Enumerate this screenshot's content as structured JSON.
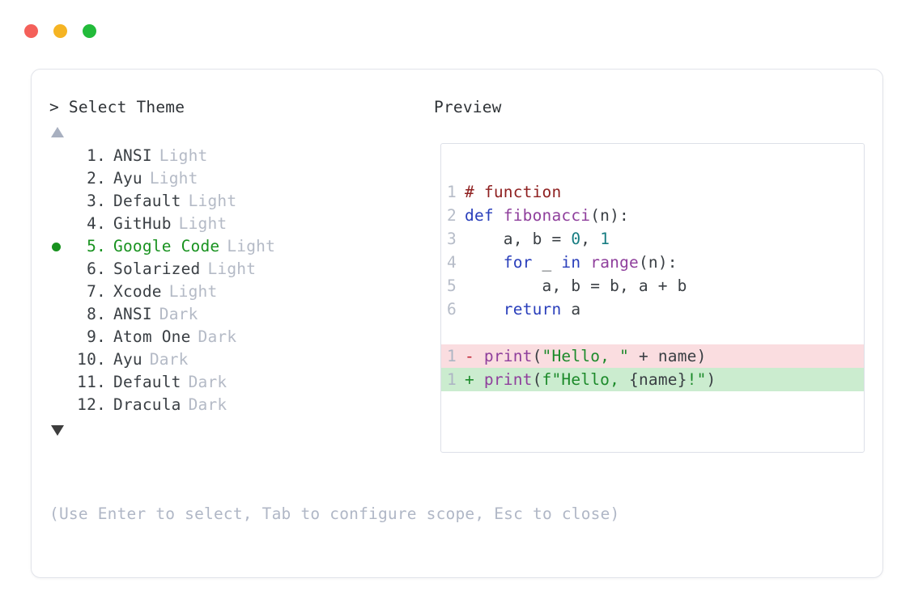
{
  "window": {
    "dots": [
      {
        "name": "close",
        "color": "#f4605a"
      },
      {
        "name": "minimize",
        "color": "#f5b423"
      },
      {
        "name": "maximize",
        "color": "#22bb3a"
      }
    ]
  },
  "left_panel": {
    "prompt_caret": ">",
    "title": "Select Theme",
    "scroll_up_indicator": "▲",
    "scroll_down_indicator": "▼",
    "selected_index": 5,
    "items": [
      {
        "index": "1.",
        "name": "ANSI",
        "variant": "Light",
        "selected": false
      },
      {
        "index": "2.",
        "name": "Ayu",
        "variant": "Light",
        "selected": false
      },
      {
        "index": "3.",
        "name": "Default",
        "variant": "Light",
        "selected": false
      },
      {
        "index": "4.",
        "name": "GitHub",
        "variant": "Light",
        "selected": false
      },
      {
        "index": "5.",
        "name": "Google Code",
        "variant": "Light",
        "selected": true
      },
      {
        "index": "6.",
        "name": "Solarized",
        "variant": "Light",
        "selected": false
      },
      {
        "index": "7.",
        "name": "Xcode",
        "variant": "Light",
        "selected": false
      },
      {
        "index": "8.",
        "name": "ANSI",
        "variant": "Dark",
        "selected": false
      },
      {
        "index": "9.",
        "name": "Atom One",
        "variant": "Dark",
        "selected": false
      },
      {
        "index": "10.",
        "name": "Ayu",
        "variant": "Dark",
        "selected": false
      },
      {
        "index": "11.",
        "name": "Default",
        "variant": "Dark",
        "selected": false
      },
      {
        "index": "12.",
        "name": "Dracula",
        "variant": "Dark",
        "selected": false
      }
    ],
    "hint": "(Use Enter to select, Tab to configure scope, Esc to close)"
  },
  "right_panel": {
    "title": "Preview",
    "code_lines": [
      {
        "ln": "1",
        "kind": "normal",
        "tokens": [
          {
            "text": "# function",
            "cls": "t-comment"
          }
        ]
      },
      {
        "ln": "2",
        "kind": "normal",
        "tokens": [
          {
            "text": "def ",
            "cls": "t-kw"
          },
          {
            "text": "fibonacci",
            "cls": "t-fn"
          },
          {
            "text": "(n):",
            "cls": "t-plain"
          }
        ]
      },
      {
        "ln": "3",
        "kind": "normal",
        "tokens": [
          {
            "text": "    a, b = ",
            "cls": "t-plain"
          },
          {
            "text": "0",
            "cls": "t-num"
          },
          {
            "text": ", ",
            "cls": "t-plain"
          },
          {
            "text": "1",
            "cls": "t-num"
          }
        ]
      },
      {
        "ln": "4",
        "kind": "normal",
        "tokens": [
          {
            "text": "    ",
            "cls": "t-plain"
          },
          {
            "text": "for",
            "cls": "t-kw"
          },
          {
            "text": " _ ",
            "cls": "t-plain"
          },
          {
            "text": "in",
            "cls": "t-kw"
          },
          {
            "text": " ",
            "cls": "t-plain"
          },
          {
            "text": "range",
            "cls": "t-fn"
          },
          {
            "text": "(n):",
            "cls": "t-plain"
          }
        ]
      },
      {
        "ln": "5",
        "kind": "normal",
        "tokens": [
          {
            "text": "        a, b = b, a + b",
            "cls": "t-plain"
          }
        ]
      },
      {
        "ln": "6",
        "kind": "normal",
        "tokens": [
          {
            "text": "    ",
            "cls": "t-plain"
          },
          {
            "text": "return",
            "cls": "t-kw"
          },
          {
            "text": " a",
            "cls": "t-plain"
          }
        ]
      },
      {
        "ln": "",
        "kind": "blank",
        "tokens": []
      },
      {
        "ln": "1",
        "kind": "del",
        "tokens": [
          {
            "text": "- ",
            "cls": "t-minus"
          },
          {
            "text": "print",
            "cls": "t-fn"
          },
          {
            "text": "(",
            "cls": "t-plain"
          },
          {
            "text": "\"Hello, \"",
            "cls": "t-str"
          },
          {
            "text": " + name)",
            "cls": "t-plain"
          }
        ]
      },
      {
        "ln": "1",
        "kind": "add",
        "tokens": [
          {
            "text": "+ ",
            "cls": "t-plus"
          },
          {
            "text": "print",
            "cls": "t-fn"
          },
          {
            "text": "(",
            "cls": "t-plain"
          },
          {
            "text": "f\"Hello, ",
            "cls": "t-str"
          },
          {
            "text": "{name}",
            "cls": "t-plain"
          },
          {
            "text": "!\"",
            "cls": "t-str"
          },
          {
            "text": ")",
            "cls": "t-plain"
          }
        ]
      }
    ]
  }
}
